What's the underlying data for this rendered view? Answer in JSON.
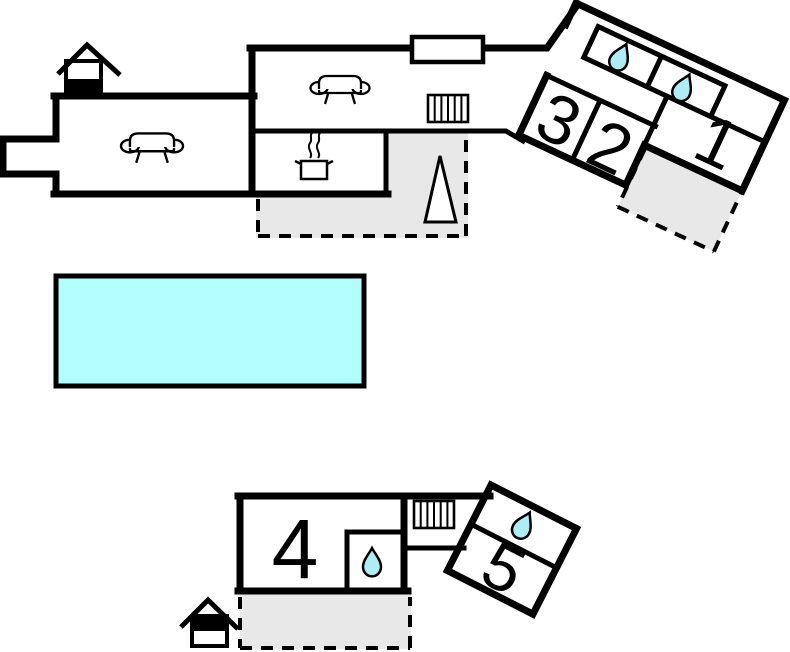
{
  "floor_plan": {
    "rooms": [
      {
        "label": "1"
      },
      {
        "label": "2"
      },
      {
        "label": "3"
      },
      {
        "label": "4"
      },
      {
        "label": "5"
      }
    ],
    "colors": {
      "wall": "#000000",
      "terrace": "#e8e8e8",
      "pool": "#b3fdff",
      "water_drop": "#b0ecf4",
      "room_fill": "#ffffff"
    },
    "icons": {
      "bathroom": "water-drop-icon",
      "living_room": "sofa-icon",
      "kitchen": "pot-steam-icon",
      "heating": "radiator-icon",
      "stairs": "triangle-icon",
      "outbuilding": "house-icon",
      "window": "window-icon",
      "pool": "pool-rect"
    }
  }
}
